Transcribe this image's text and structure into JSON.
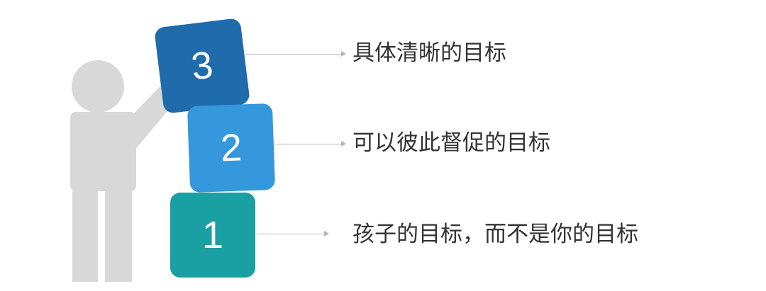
{
  "diagram": {
    "levels": [
      {
        "number": "1",
        "label": "孩子的目标，而不是你的目标",
        "color": "#1a9fa3"
      },
      {
        "number": "2",
        "label": "可以彼此督促的目标",
        "color": "#3597dc"
      },
      {
        "number": "3",
        "label": "具体清晰的目标",
        "color": "#1f6bab"
      }
    ],
    "figure_color": "#d8d8d8",
    "arrow_color": "#b5b5b5"
  }
}
